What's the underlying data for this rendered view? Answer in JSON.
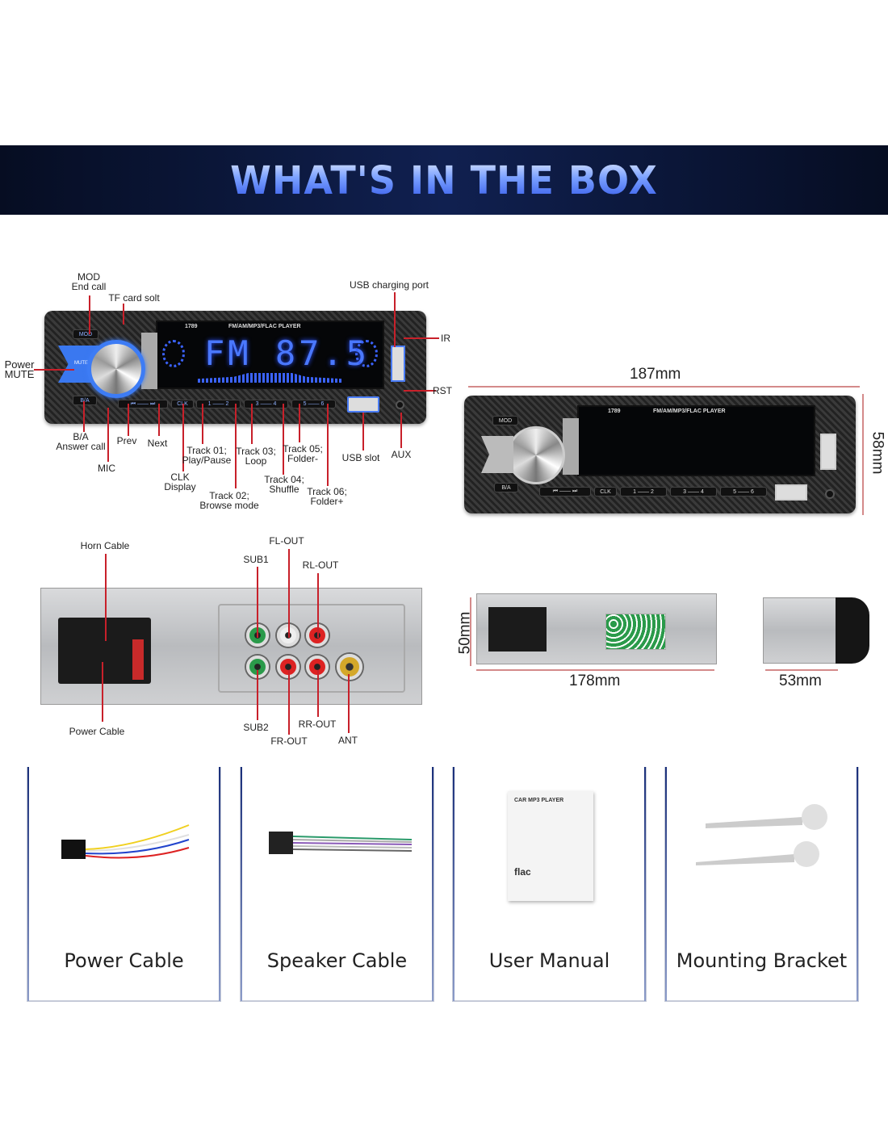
{
  "banner": {
    "title": "WHAT'S IN THE BOX"
  },
  "front": {
    "model": "1789",
    "player_title": "FM/AM/MP3/FLAC  PLAYER",
    "display_text": "FM 87.5",
    "buttons": {
      "mod": "MOD",
      "mute": "MUTE",
      "ba": "B/A",
      "clk": "CLK",
      "ir": "IR",
      "rst": "RST",
      "p12": "1 —— 2",
      "p34": "3 —— 4",
      "p56": "5 —— 6",
      "prevnext": "⏮ —— ⏭"
    },
    "labels": {
      "mod": "MOD",
      "end_call": "End call",
      "tf": "TF card solt",
      "power": "Power",
      "mute": "MUTE",
      "usb_charge": "USB charging port",
      "ir": "IR",
      "rst": "RST",
      "ba": "B/A",
      "answer": "Answer call",
      "mic": "MIC",
      "prev": "Prev",
      "next": "Next",
      "clk": "CLK",
      "clk2": "Display",
      "t01": "Track 01;",
      "t01b": "Play/Pause",
      "t02": "Track 02;",
      "t02b": "Browse mode",
      "t03": "Track 03;",
      "t03b": "Loop",
      "t04": "Track 04;",
      "t04b": "Shuffle",
      "t05": "Track 05;",
      "t05b": "Folder-",
      "t06": "Track 06;",
      "t06b": "Folder+",
      "usb_slot": "USB slot",
      "aux": "AUX"
    }
  },
  "dims": {
    "width": "187mm",
    "height": "58mm",
    "rear_height": "50mm",
    "rear_width": "178mm",
    "depth": "53mm"
  },
  "rear": {
    "labels": {
      "horn": "Horn Cable",
      "power": "Power Cable",
      "fl": "FL-OUT",
      "sub1": "SUB1",
      "rl": "RL-OUT",
      "sub2": "SUB2",
      "rr": "RR-OUT",
      "fr": "FR-OUT",
      "ant": "ANT"
    }
  },
  "manual": {
    "title": "CAR MP3 PLAYER",
    "flac": "flac"
  },
  "items": [
    {
      "label": "Power Cable"
    },
    {
      "label": "Speaker Cable"
    },
    {
      "label": "User Manual"
    },
    {
      "label": "Mounting Bracket"
    }
  ],
  "colors": {
    "accent_blue": "#3a6cf0",
    "leader_red": "#c8202a",
    "banner": "#0b1636"
  }
}
